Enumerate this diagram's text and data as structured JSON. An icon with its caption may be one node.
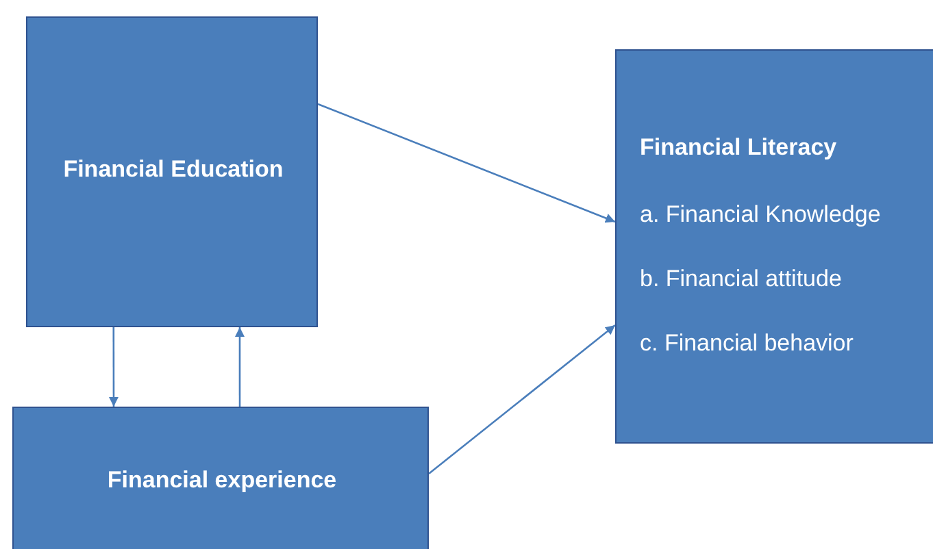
{
  "diagram": {
    "nodes": [
      {
        "text": [
          "Financial Education"
        ]
      },
      {
        "text": [
          "Financial experience"
        ]
      },
      {
        "text": [
          "Financial Literacy",
          "a. Financial Knowledge",
          "b. Financial attitude",
          "c. Financial behavior"
        ]
      }
    ],
    "edges": [
      {
        "from": 0,
        "to": 1,
        "arrow": "to"
      },
      {
        "from": 1,
        "to": 0,
        "arrow": "to"
      },
      {
        "from": 0,
        "to": 2,
        "arrow": "to"
      },
      {
        "from": 1,
        "to": 2,
        "arrow": "to"
      }
    ]
  }
}
